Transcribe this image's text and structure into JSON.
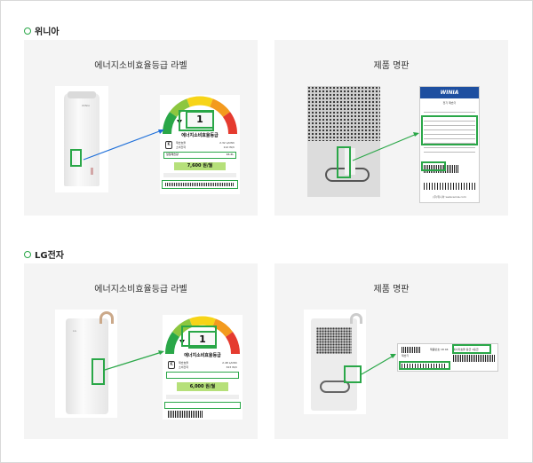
{
  "sections": [
    {
      "brand": "위니아",
      "panels": [
        {
          "title": "에너지소비효율등급 라벨",
          "label": {
            "grade": "1",
            "title": "에너지소비효율등급",
            "rows": [
              {
                "name": "제습효율",
                "value": "2.32 L/kWh"
              },
              {
                "name": "소비전력",
                "value": "112 W/h"
              },
              {
                "name": "일일제습량",
                "value": "16.2L"
              }
            ],
            "cost": "7,600 원/월"
          },
          "product_brand": "WINIA"
        },
        {
          "title": "제품 명판",
          "plate": {
            "brand": "WINIA",
            "subtitle": "전기 제습기",
            "footer": "(주)위니아 www.winia.com"
          }
        }
      ]
    },
    {
      "brand": "LG전자",
      "panels": [
        {
          "title": "에너지소비효율등급 라벨",
          "label": {
            "grade": "1",
            "title": "에너지소비효율등급",
            "rows": [
              {
                "name": "제습효율",
                "value": "2.48 L/kWh"
              },
              {
                "name": "소비전력",
                "value": "323 W/h"
              }
            ],
            "cost": "6,000 원/월"
          },
          "product_brand": "LG"
        },
        {
          "title": "제품 명판",
          "plate": {
            "left": "제습기",
            "middle": "제품번호 18 04",
            "right": "에너지효율 등급 1등급"
          }
        }
      ]
    }
  ],
  "colors": {
    "accent": "#2aa748",
    "arrow_blue": "#1e6fd9",
    "panel_bg": "#f4f4f4"
  }
}
